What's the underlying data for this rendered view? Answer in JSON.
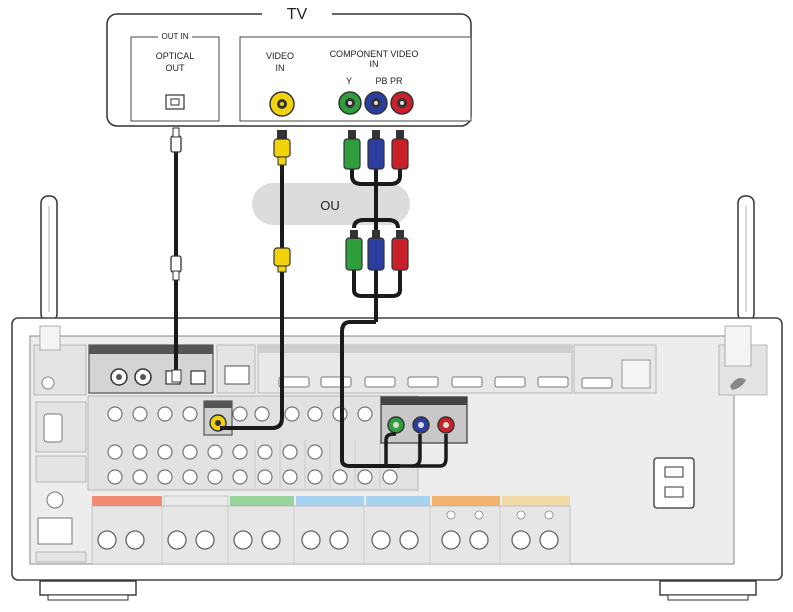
{
  "tv": {
    "title": "TV",
    "out_in": "OUT IN",
    "optical_out": [
      "OPTICAL",
      "OUT"
    ],
    "video_in": [
      "VIDEO",
      "IN"
    ],
    "component_video_in": [
      "COMPONENT VIDEO",
      "IN"
    ],
    "y": "Y",
    "pb_pr": "PB PR"
  },
  "ou_label": "OU",
  "colors": {
    "yellow": "#f2d20c",
    "green": "#2f9e3c",
    "blue": "#2b3ea0",
    "red": "#c9202a",
    "cable": "#1a1a1a",
    "ou_fill": "#dcdcdc",
    "receiver_fill": "#ededed",
    "receiver_stroke": "#555555",
    "front_bar": "#ef8a73",
    "surround_bar": "#f1b36f",
    "center_bar": "#98d39b",
    "height_bar": "#a8d3f0"
  }
}
